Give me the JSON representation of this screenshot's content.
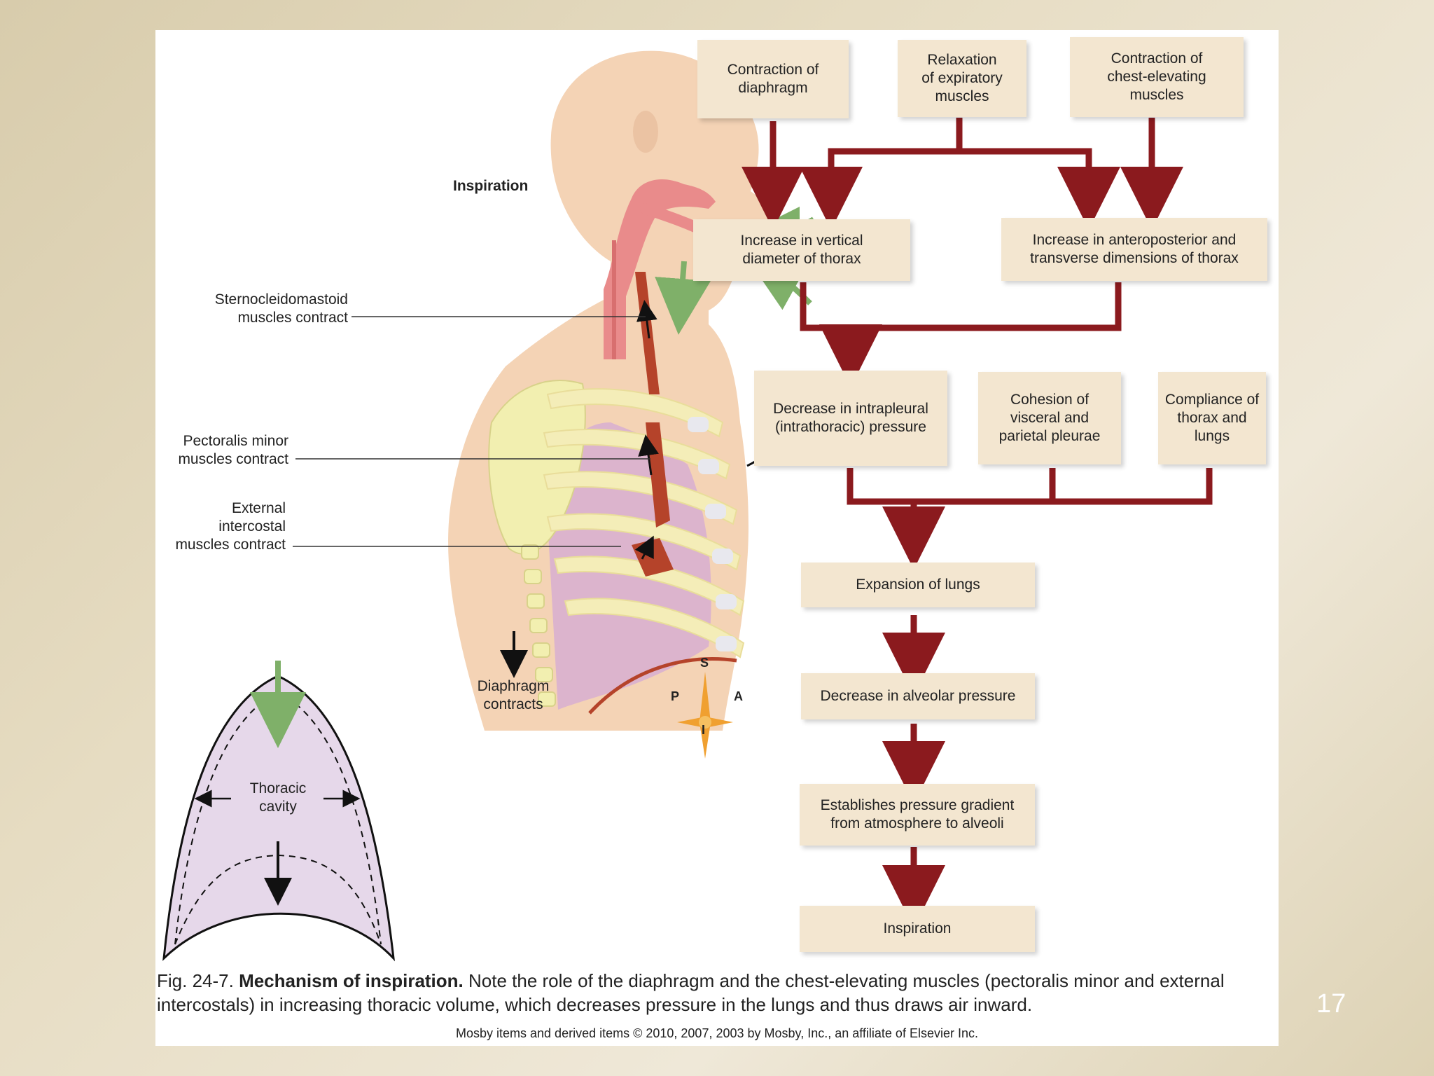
{
  "flowchart": {
    "box_contraction_diaphragm": "Contraction of\ndiaphragm",
    "box_relaxation_expiratory": "Relaxation\nof expiratory\nmuscles",
    "box_contraction_chest": "Contraction of\nchest-elevating\nmuscles",
    "box_increase_vertical": "Increase in vertical\ndiameter of thorax",
    "box_increase_anteroposterior": "Increase in anteroposterior and\ntransverse dimensions of thorax",
    "box_decrease_intrapleural": "Decrease in intrapleural\n(intrathoracic) pressure",
    "box_cohesion": "Cohesion of\nvisceral and\nparietal pleurae",
    "box_compliance": "Compliance of\nthorax and\nlungs",
    "box_expansion": "Expansion of lungs",
    "box_decrease_alveolar": "Decrease in alveolar pressure",
    "box_gradient": "Establishes pressure gradient\nfrom atmosphere to alveoli",
    "box_inspiration": "Inspiration"
  },
  "anatomy": {
    "inspiration_label": "Inspiration",
    "sternocleidomastoid_label": "Sternocleidomastoid\nmuscles contract",
    "pectoralis_label": "Pectoralis minor\nmuscles contract",
    "intercostal_label": "External\nintercostal\nmuscles contract",
    "diaphragm_label": "Diaphragm\ncontracts",
    "thoracic_label": "Thoracic\ncavity"
  },
  "compass": {
    "s": "S",
    "p": "P",
    "a": "A",
    "i": "I"
  },
  "caption": {
    "figure_number": "Fig. 24-7.",
    "title": "Mechanism of inspiration.",
    "text": "Note the role of the diaphragm and the chest-elevating muscles (pectoralis minor and external intercostals) in increasing thoracic volume, which decreases pressure in the lungs and thus draws air inward.",
    "credit": "Mosby items and derived items © 2010, 2007, 2003 by Mosby, Inc., an affiliate of Elsevier Inc."
  },
  "slide_number": "17",
  "colors": {
    "connector": "#8b1a1e",
    "box": "#f3e6d0",
    "air_arrow": "#7fb069",
    "skin": "#f4d3b5",
    "lung": "#d9b0cf",
    "rib": "#f4edb8",
    "muscle": "#b5432a",
    "cavity": "#e6d8ea"
  }
}
